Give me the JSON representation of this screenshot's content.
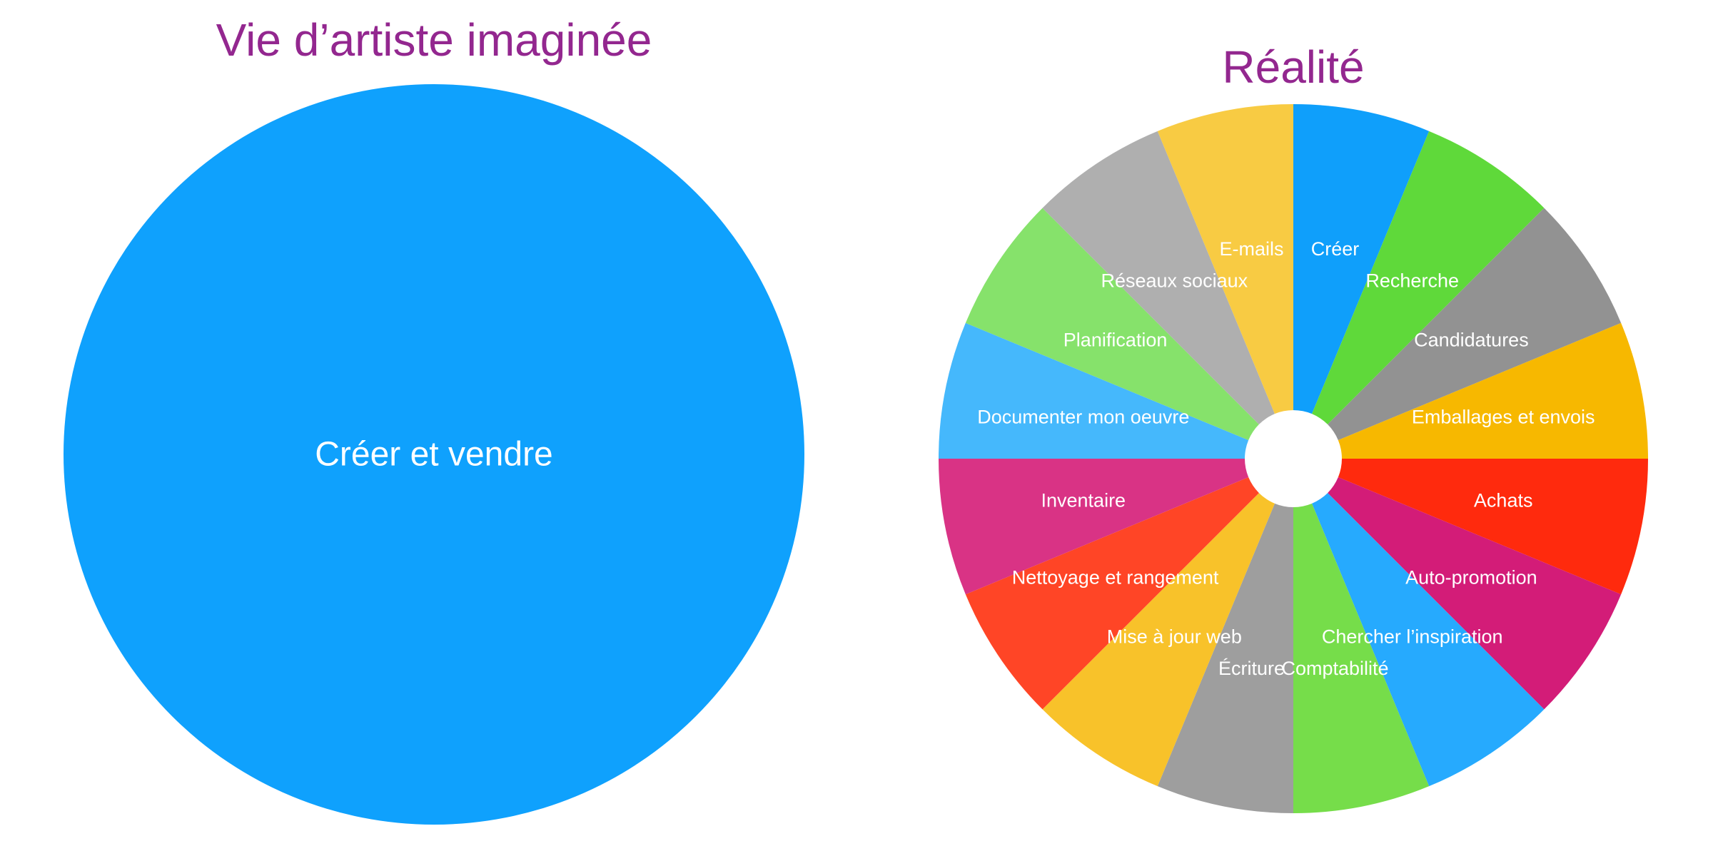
{
  "chart_data": [
    {
      "type": "pie",
      "title": "Vie d’artiste imaginée",
      "categories": [
        "Créer et vendre"
      ],
      "values": [
        1
      ],
      "colors": [
        "#0fa1fd"
      ],
      "label_color": "#ffffff",
      "title_color": "#93278f"
    },
    {
      "type": "pie",
      "title": "Réalité",
      "donut_hole": true,
      "categories": [
        "Créer",
        "Recherche",
        "Candidatures",
        "Emballages et envois",
        "Achats",
        "Auto-promotion",
        "Chercher l’inspiration",
        "Comptabilité",
        "Écriture",
        "Mise à jour web",
        "Nettoyage et rangement",
        "Inventaire",
        "Documenter mon oeuvre",
        "Planification",
        "Réseaux sociaux",
        "E-mails"
      ],
      "values": [
        1,
        1,
        1,
        1,
        1,
        1,
        1,
        1,
        1,
        1,
        1,
        1,
        1,
        1,
        1,
        1
      ],
      "colors": [
        "#0f9ffb",
        "#5fd93a",
        "#929292",
        "#f7b800",
        "#ff2a0d",
        "#d31c78",
        "#26aafe",
        "#76dd4a",
        "#9e9e9e",
        "#f8c22a",
        "#ff4526",
        "#d93385",
        "#45b8fc",
        "#86e26b",
        "#afafaf",
        "#f8cb43"
      ],
      "label_color": "#ffffff",
      "title_color": "#93278f"
    }
  ]
}
